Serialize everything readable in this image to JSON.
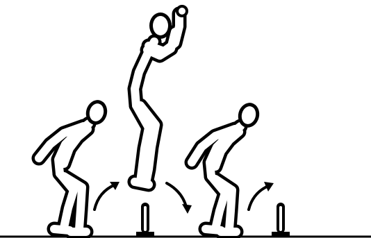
{
  "diagram": {
    "type": "exercise-illustration",
    "sequence": [
      "squat",
      "jump",
      "squat"
    ],
    "colors": {
      "ink": "#000000",
      "background": "#ffffff"
    },
    "markers": [
      "hurdle-marker",
      "hurdle-marker"
    ],
    "arrows": [
      "up-right-arrow",
      "down-right-arrow",
      "up-right-arrow"
    ]
  }
}
